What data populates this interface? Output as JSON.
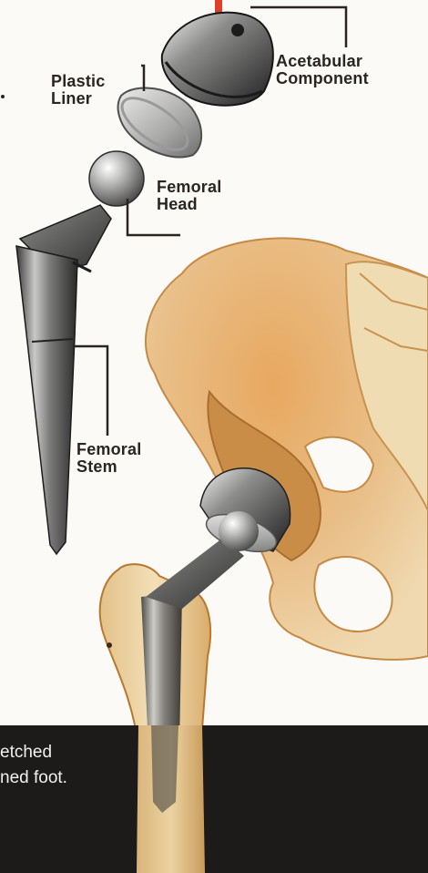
{
  "labels": {
    "acetabular_component": [
      "Acetabular",
      "Component"
    ],
    "plastic_liner": [
      "Plastic",
      "Liner"
    ],
    "femoral_head": [
      "Femoral",
      "Head"
    ],
    "femoral_stem": [
      "Femoral",
      "Stem"
    ]
  },
  "caption": {
    "line1": "etched",
    "line2": "ned foot."
  },
  "colors": {
    "bone": "#e6c48c",
    "bone_shadow": "#c9894a",
    "cortex": "#b8782f",
    "metal_dark": "#2f2f30",
    "metal_light": "#d8d8d6",
    "leader_line": "#2a2520",
    "accent_red": "#e0402a",
    "band": "#1c1b1a"
  }
}
